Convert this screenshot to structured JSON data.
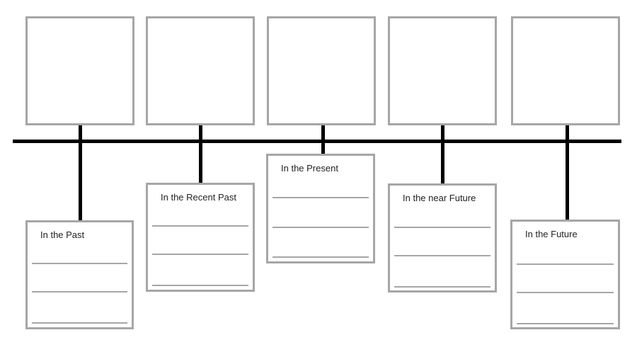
{
  "timeline": {
    "top_boxes": [
      {},
      {},
      {},
      {},
      {}
    ],
    "notes": [
      {
        "label": "In the Past"
      },
      {
        "label": "In the Recent Past"
      },
      {
        "label": "In the Present"
      },
      {
        "label": "In the near Future"
      },
      {
        "label": "In the Future"
      }
    ]
  }
}
